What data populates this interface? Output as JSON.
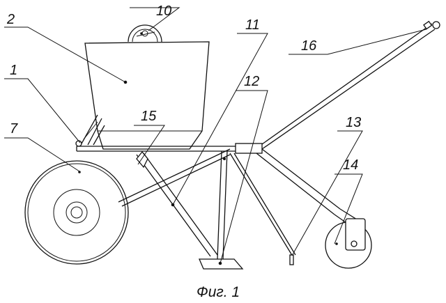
{
  "caption": "Фиг. 1",
  "labels": {
    "l1": "1",
    "l2": "2",
    "l7": "7",
    "l10": "10",
    "l11": "11",
    "l12": "12",
    "l13": "13",
    "l14": "14",
    "l15": "15",
    "l16": "16"
  }
}
